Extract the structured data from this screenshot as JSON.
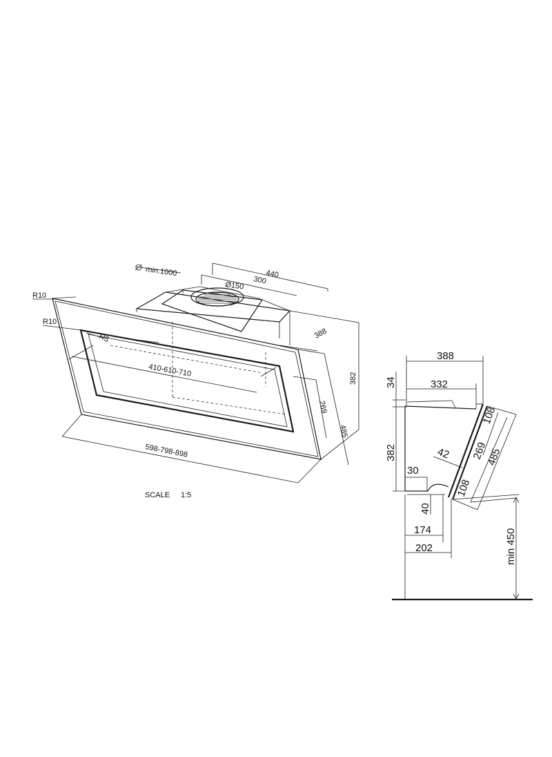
{
  "perspective_view": {
    "labels": {
      "min_distance": "min.1000",
      "depth_overall": "440",
      "depth_body": "300",
      "duct_diameter": "Ø150",
      "radius_outer": "R10",
      "radius_inner": "R10",
      "radius_corner": "R5",
      "width_inner": "410-610-710",
      "width_overall": "598-798-898",
      "depth_top": "388",
      "height_overall": "382",
      "glass_height": "485",
      "window_height": "269"
    },
    "scale_label": "SCALE",
    "scale_value": "1:5"
  },
  "side_view": {
    "labels": {
      "depth_top": "388",
      "depth_chimney": "332",
      "chimney_height": "34",
      "body_height": "382",
      "bottom_offset": "30",
      "bottom_gap": "40",
      "bottom_depth": "174",
      "total_depth": "202",
      "angle": "42",
      "glass_top": "108",
      "glass_mid": "269",
      "glass_bottom": "108",
      "glass_total": "485",
      "min_height": "min 450"
    }
  }
}
